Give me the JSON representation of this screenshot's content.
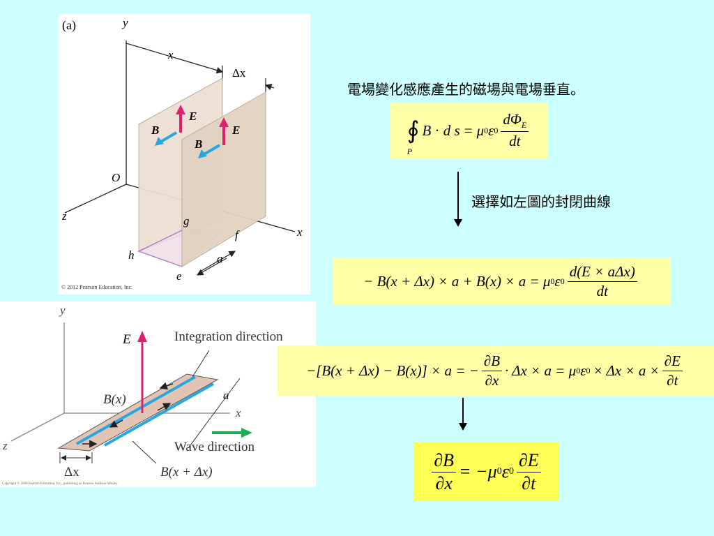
{
  "figure_a": {
    "label": "(a)",
    "axis_y": "y",
    "axis_x_top": "x",
    "axis_x": "x",
    "axis_z": "z",
    "origin": "O",
    "delta_x": "Δx",
    "field_B": "B",
    "field_E": "E",
    "corner_g": "g",
    "corner_f": "f",
    "corner_h": "h",
    "corner_e": "e",
    "width_a": "a",
    "copyright": "© 2012 Pearson Education, Inc.",
    "colors": {
      "e_arrow": "#e0206e",
      "b_arrow": "#29a8e0",
      "plate": "#e8dccc",
      "loop": "#9a60c0"
    }
  },
  "figure_b": {
    "axis_y": "y",
    "axis_x": "x",
    "axis_z": "z",
    "field_E": "E",
    "label_integration": "Integration direction",
    "label_wave": "Wave direction",
    "label_Bx": "B(x)",
    "label_Bxdx": "B(x + Δx)",
    "width_a": "a",
    "delta_x": "Δx",
    "copyright": "Copyright © 2008 Pearson Education, Inc., publishing as Pearson Addison-Wesley",
    "colors": {
      "e_arrow": "#e0206e",
      "b_line": "#29a8e0",
      "wave_arrow": "#22aa55",
      "strip": "#e2c4b4"
    }
  },
  "caption_top": "電場變化感應產生的磁場與電場垂直。",
  "caption_middle": "選擇如左圖的封閉曲線",
  "eq1": {
    "lhs_B": "B",
    "lhs_ds": "d s",
    "eq": "=",
    "mu": "μ",
    "eps": "ε",
    "sub0": "0",
    "num": "dΦ",
    "sub_E": "E",
    "den": "dt",
    "sub_P": "P"
  },
  "eq2": {
    "left": "− B(x + Δx) × a + B(x) × a = μ",
    "sub0": "0",
    "eps": "ε",
    "num": "d(E × aΔx)",
    "den": "dt"
  },
  "eq3": {
    "left": "−[B(x + Δx) − B(x)] × a = −",
    "num1": "∂B",
    "den1": "∂x",
    "middle": "· Δx × a = μ",
    "sub0": "0",
    "eps": "ε",
    "right": "× Δx × a ×",
    "num2": "∂E",
    "den2": "∂t"
  },
  "eq4": {
    "num1": "∂B",
    "den1": "∂x",
    "middle": "= −μ",
    "sub0": "0",
    "eps": "ε",
    "num2": "∂E",
    "den2": "∂t"
  }
}
